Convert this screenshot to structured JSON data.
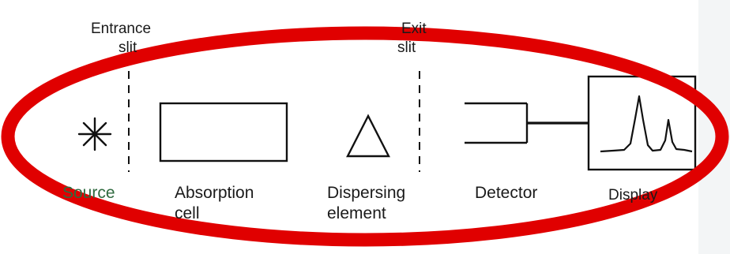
{
  "labels": {
    "entrance_slit_line1": "Entrance",
    "entrance_slit_line2": "slit",
    "exit_slit_line1": "Exit",
    "exit_slit_line2": "slit",
    "source": "Source",
    "absorption_line1": "Absorption",
    "absorption_line2": "cell",
    "dispersing_line1": "Dispersing",
    "dispersing_line2": "element",
    "detector": "Detector",
    "display": "Display"
  },
  "colors": {
    "highlight_ellipse": "#e00000",
    "line_art": "#111111",
    "source_label": "#2f6a3f"
  },
  "icons": {
    "source": "starburst-icon",
    "dispersing_element": "prism-triangle-icon",
    "display_signal": "spectrum-peaks-icon"
  }
}
